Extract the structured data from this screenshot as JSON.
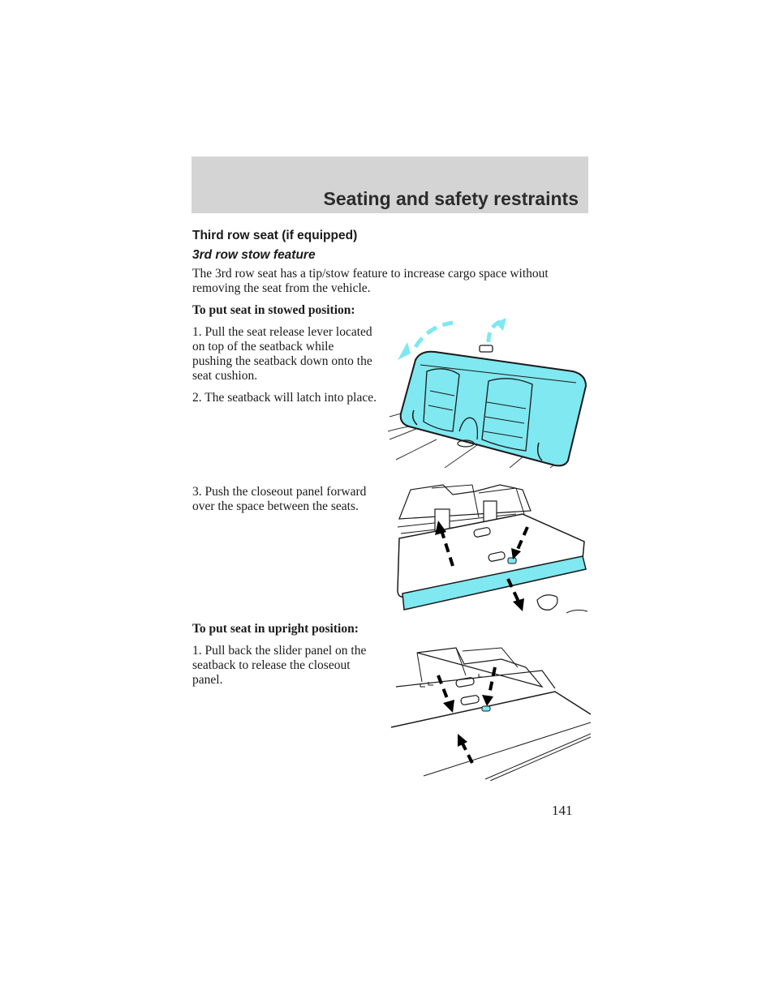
{
  "header": {
    "title": "Seating and safety restraints"
  },
  "section": {
    "heading": "Third row seat (if equipped)",
    "subheading": "3rd row stow feature",
    "intro_line1": "The 3rd row seat has a tip/stow feature to increase cargo space without",
    "intro_line2": "removing the seat from the vehicle."
  },
  "stowed": {
    "heading": "To put seat in stowed position:",
    "step1": [
      "1. Pull the seat release lever located",
      "on top of the seatback while",
      "pushing the seatback down onto the",
      "seat cushion."
    ],
    "step2": "2. The seatback will latch into place.",
    "step3": [
      "3. Push the closeout panel forward",
      "over the space between the seats."
    ]
  },
  "upright": {
    "heading": "To put seat in upright position:",
    "step1": [
      "1. Pull back the slider panel on the",
      "seatback to release the closeout",
      "panel."
    ]
  },
  "page_number": "141",
  "colors": {
    "band": "#d4d4d4",
    "seat_cyan": "#7fe8f0",
    "text": "#1a1a1a"
  },
  "figures": [
    "seatback-fold-illustration",
    "closeout-panel-forward-illustration",
    "slider-panel-release-illustration"
  ]
}
